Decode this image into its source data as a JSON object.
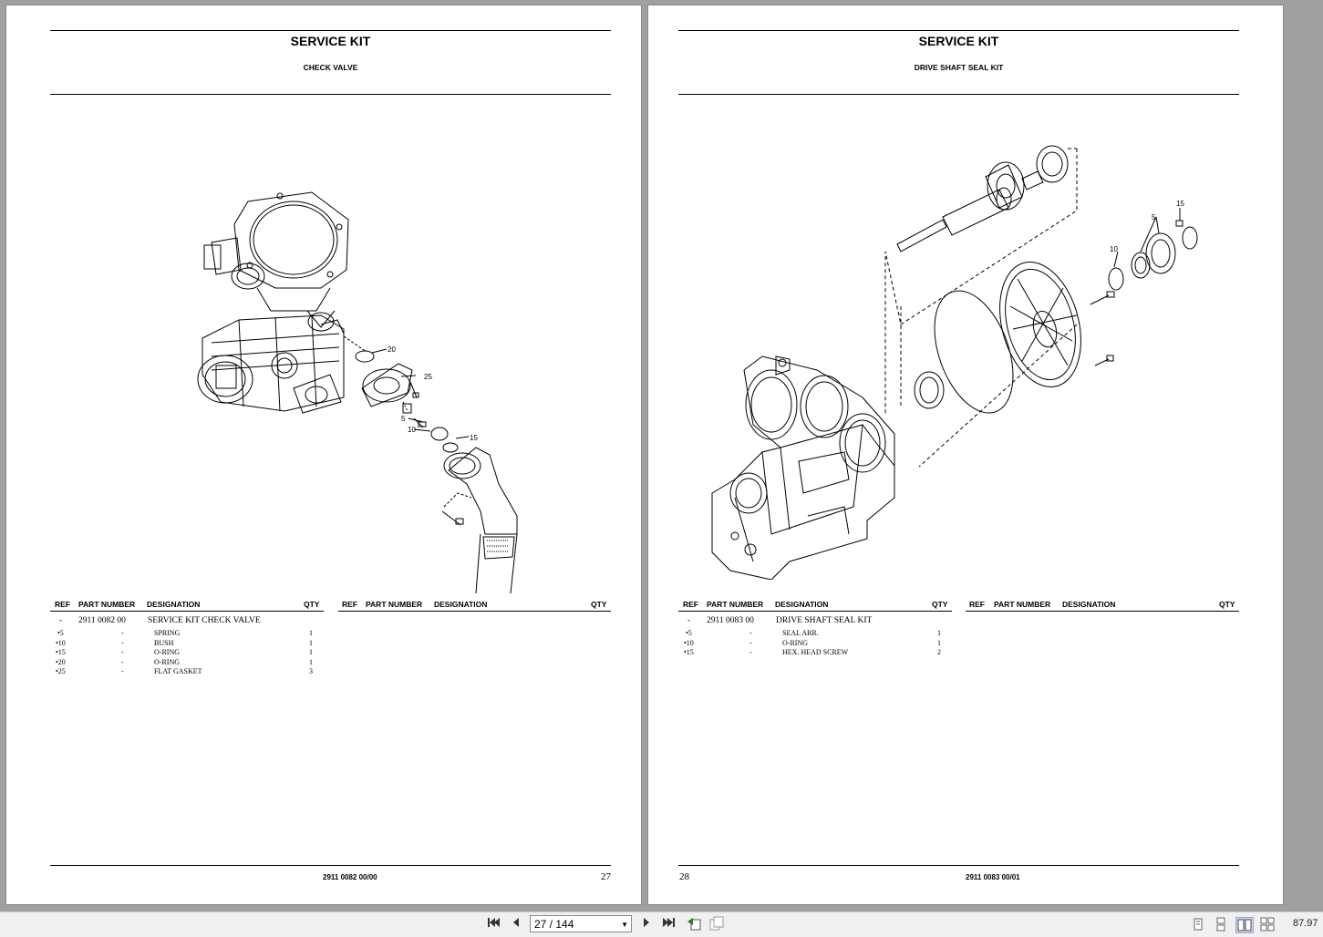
{
  "viewer": {
    "page_indicator": "27 / 144",
    "zoom_text": "87.97"
  },
  "left_page": {
    "title": "SERVICE KIT",
    "subtitle": "CHECK VALVE",
    "headers": {
      "ref": "REF",
      "part_number": "PART NUMBER",
      "designation": "DESIGNATION",
      "qty": "QTY"
    },
    "rows": [
      {
        "ref": "-",
        "part": "2911 0082 00",
        "designation": "SERVICE KIT CHECK VALVE",
        "qty": ""
      },
      {
        "ref": "•5",
        "part": "-",
        "designation": "SPRING",
        "qty": "1"
      },
      {
        "ref": "•10",
        "part": "-",
        "designation": "BUSH",
        "qty": "1"
      },
      {
        "ref": "•15",
        "part": "-",
        "designation": "O-RING",
        "qty": "1"
      },
      {
        "ref": "•20",
        "part": "-",
        "designation": "O-RING",
        "qty": "1"
      },
      {
        "ref": "•25",
        "part": "-",
        "designation": "FLAT GASKET",
        "qty": "3"
      }
    ],
    "callouts": [
      "20",
      "25",
      "5",
      "10",
      "15"
    ],
    "doc_number": "2911 0082 00/00",
    "page_number": "27"
  },
  "right_page": {
    "title": "SERVICE KIT",
    "subtitle": "DRIVE SHAFT SEAL KIT",
    "headers": {
      "ref": "REF",
      "part_number": "PART NUMBER",
      "designation": "DESIGNATION",
      "qty": "QTY"
    },
    "rows": [
      {
        "ref": "-",
        "part": "2911 0083 00",
        "designation": "DRIVE SHAFT SEAL KIT",
        "qty": ""
      },
      {
        "ref": "•5",
        "part": "-",
        "designation": "SEAL ARR.",
        "qty": "1"
      },
      {
        "ref": "•10",
        "part": "-",
        "designation": "O-RING",
        "qty": "1"
      },
      {
        "ref": "•15",
        "part": "-",
        "designation": "HEX. HEAD SCREW",
        "qty": "2"
      }
    ],
    "callouts": [
      "15",
      "5",
      "10"
    ],
    "doc_number": "2911 0083 00/01",
    "page_number": "28"
  }
}
